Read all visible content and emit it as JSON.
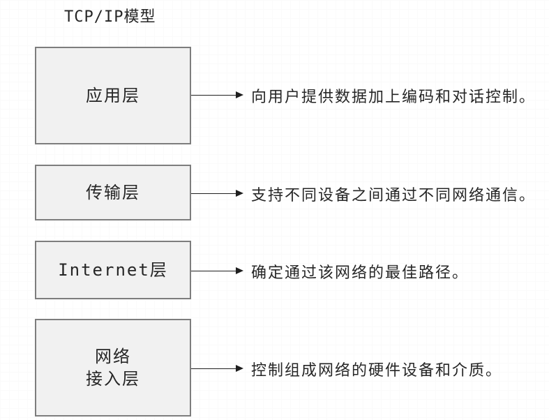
{
  "title": "TCP/IP模型",
  "layers": [
    {
      "label": "应用层",
      "description": "向用户提供数据加上编码和对话控制。"
    },
    {
      "label": "传输层",
      "description": "支持不同设备之间通过不同网络通信。"
    },
    {
      "label": "Internet层",
      "description": "确定通过该网络的最佳路径。"
    },
    {
      "label": "网络\n接入层",
      "description": "控制组成网络的硬件设备和介质。"
    }
  ],
  "colors": {
    "background": "#ffffff",
    "grid": "#fafafa",
    "box_fill": "#f1f1f1",
    "box_border": "#7d7d7d",
    "text": "#262626",
    "arrow": "#1f1f1f"
  }
}
